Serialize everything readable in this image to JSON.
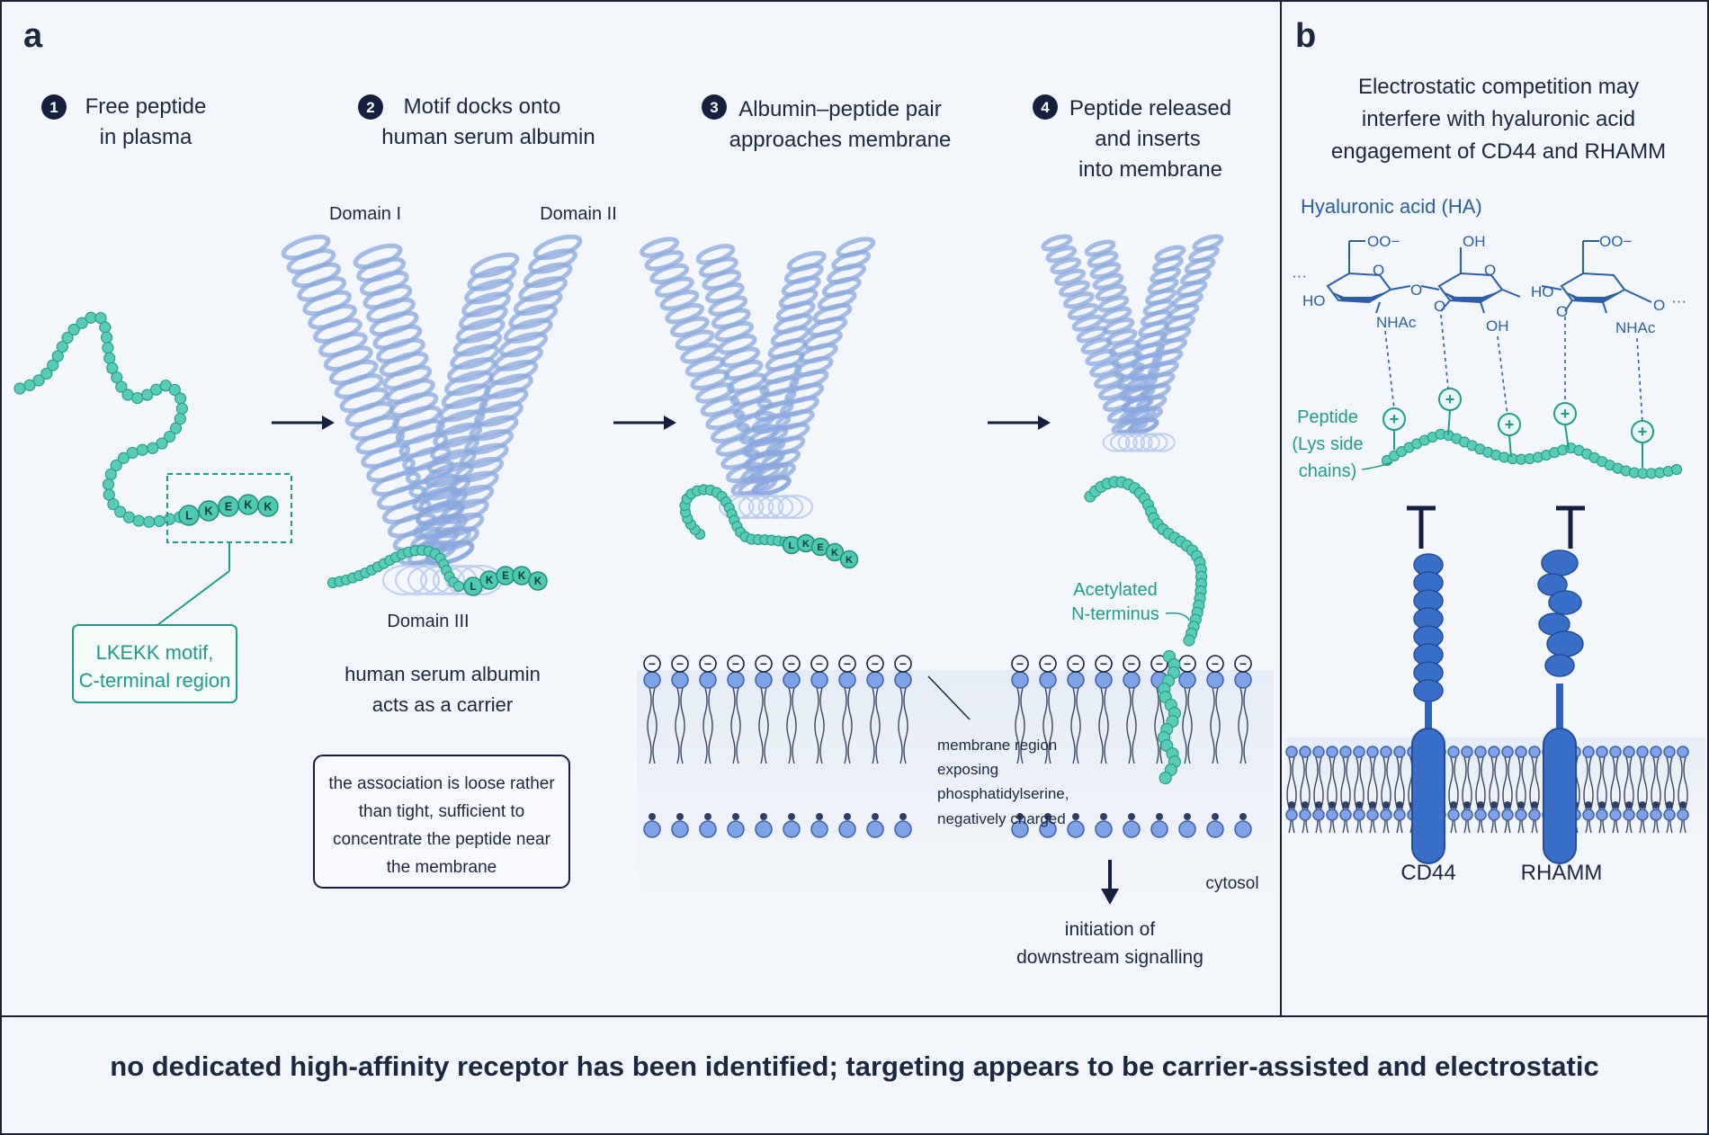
{
  "panel_a": {
    "label": "a",
    "steps": [
      {
        "num": "1",
        "line1": "Free peptide",
        "line2": "in plasma",
        "line3": ""
      },
      {
        "num": "2",
        "line1": "Motif docks onto",
        "line2": "human serum albumin",
        "line3": ""
      },
      {
        "num": "3",
        "line1": "Albumin–peptide pair",
        "line2": "approaches membrane",
        "line3": ""
      },
      {
        "num": "4",
        "line1": "Peptide released",
        "line2": "and inserts",
        "line3": "into membrane"
      }
    ],
    "motif_letters": [
      "L",
      "K",
      "E",
      "K",
      "K"
    ],
    "motif_callout": {
      "line1": "LKEKK motif,",
      "line2": "C-terminal region"
    },
    "domains": {
      "d1": "Domain I",
      "d2": "Domain II",
      "d3": "Domain III"
    },
    "hsa_caption": {
      "line1": "human serum albumin",
      "line2": "acts as a carrier"
    },
    "association_box": {
      "line1": "the association is loose rather",
      "line2": "than tight, sufficient to",
      "line3": "concentrate the peptide near",
      "line4": "the membrane"
    },
    "membrane_note": {
      "line1": "membrane region",
      "line2": "exposing",
      "line3": "phosphatidylserine,",
      "line4": "negatively charged"
    },
    "charge_symbol": "−",
    "acetyl_label": {
      "line1": "Acetylated",
      "line2": "N-terminus"
    },
    "cytosol": "cytosol",
    "signalling": {
      "line1": "initiation of",
      "line2": "downstream signalling"
    }
  },
  "panel_b": {
    "label": "b",
    "title": {
      "line1": "Electrostatic competition may",
      "line2": "interfere with hyaluronic acid",
      "line3": "engagement of CD44 and RHAMM"
    },
    "ha_label": "Hyaluronic acid (HA)",
    "chem_labels": {
      "coo1": "OO−",
      "oh1": "OH",
      "coo2": "OO−",
      "ho1": "HO",
      "nhac1": "NHAc",
      "oh2": "OH",
      "ho2": "HO",
      "nhac2": "NHAc",
      "o_a": "O",
      "o_b": "O",
      "o_c": "O",
      "o_d": "O",
      "o_e": "O",
      "o_end": "O",
      "dots_left": "···",
      "dots_right": "···"
    },
    "peptide_label": {
      "line1": "Peptide",
      "line2": "(Lys side",
      "line3": "chains)"
    },
    "plus_symbol": "+",
    "receptors": {
      "cd44": "CD44",
      "rhamm": "RHAMM"
    }
  },
  "footer": {
    "text": "no dedicated high-affinity receptor has been identified; targeting appears to be carrier-assisted and electrostatic"
  },
  "colors": {
    "teal": "#1f9c8a",
    "bead": "#57cdb8",
    "albumin": "#8aa8de",
    "receptor_blue": "#3a6fc9",
    "ink": "#16213a"
  }
}
